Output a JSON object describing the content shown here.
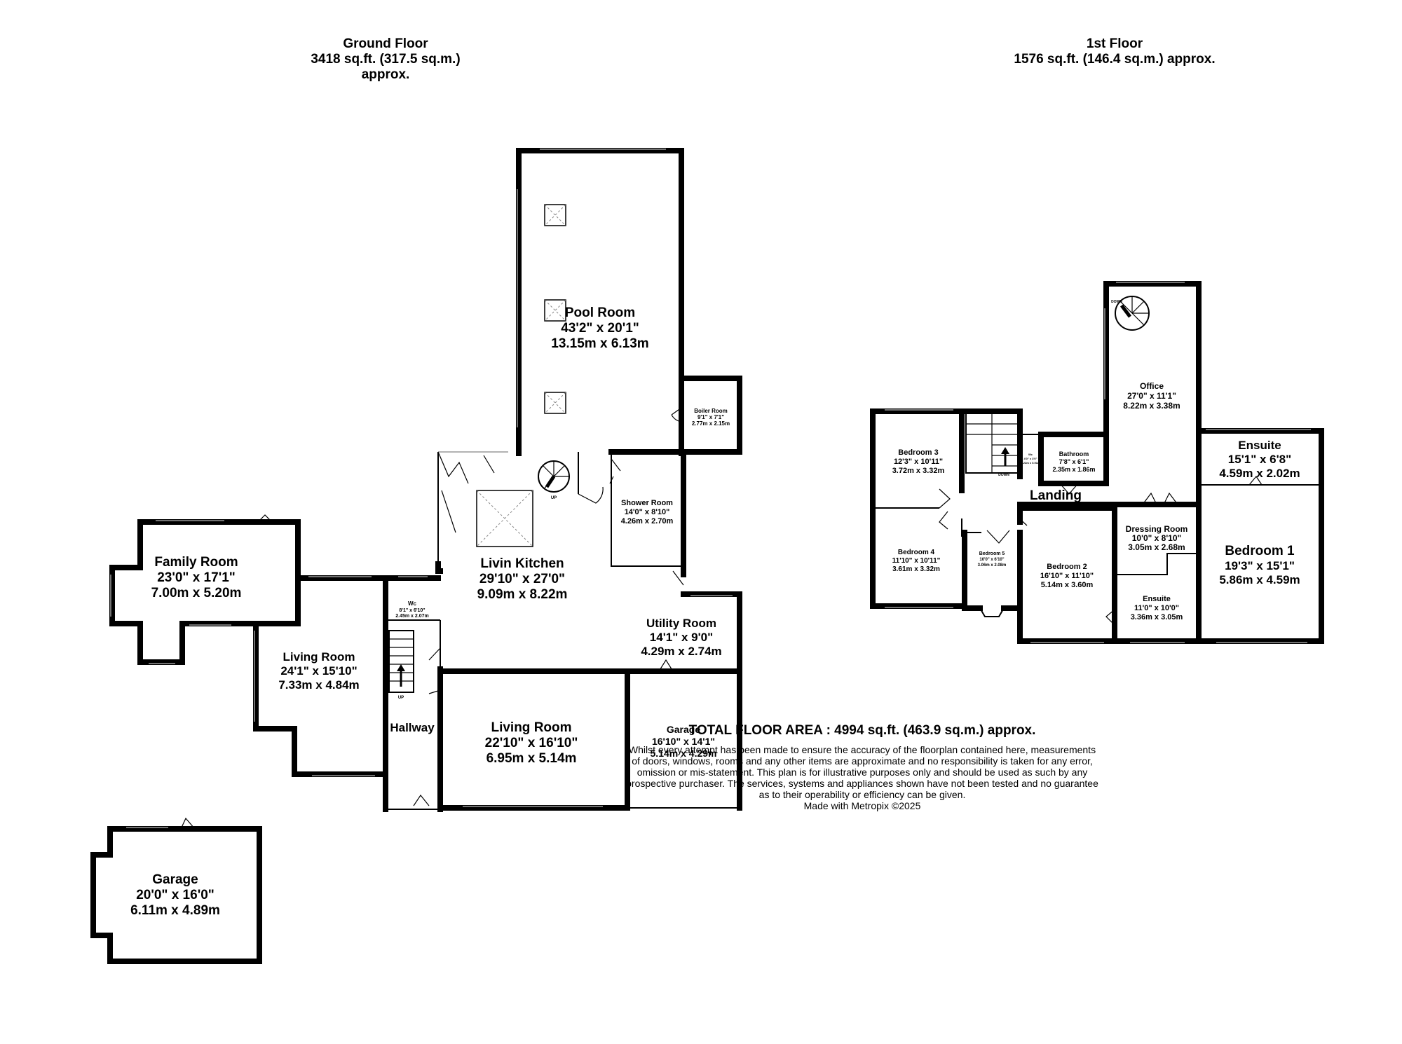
{
  "floors": [
    {
      "name": "Ground Floor",
      "area": "3418 sq.ft. (317.5 sq.m.) approx."
    },
    {
      "name": "1st Floor",
      "area": "1576 sq.ft. (146.4 sq.m.) approx."
    }
  ],
  "ground_rooms": {
    "pool_room": {
      "name": "Pool Room",
      "imperial": "43'2\"  x 20'1\"",
      "metric": "13.15m  x 6.13m"
    },
    "boiler_room": {
      "name": "Boiler Room",
      "imperial": "9'1\"  x 7'1\"",
      "metric": "2.77m  x 2.15m"
    },
    "shower_room": {
      "name": "Shower Room",
      "imperial": "14'0\"  x 8'10\"",
      "metric": "4.26m  x 2.70m"
    },
    "kitchen": {
      "name": "Livin Kitchen",
      "imperial": "29'10\"  x 27'0\"",
      "metric": "9.09m  x 8.22m"
    },
    "family_room": {
      "name": "Family Room",
      "imperial": "23'0\"  x 17'1\"",
      "metric": "7.00m  x 5.20m"
    },
    "living_room_1": {
      "name": "Living Room",
      "imperial": "24'1\"  x 15'10\"",
      "metric": "7.33m  x 4.84m"
    },
    "wc": {
      "name": "Wc",
      "imperial": "8'1\"  x 6'10\"",
      "metric": "2.45m  x 2.07m"
    },
    "hallway": {
      "name": "Hallway"
    },
    "living_room_2": {
      "name": "Living Room",
      "imperial": "22'10\"  x 16'10\"",
      "metric": "6.95m  x 5.14m"
    },
    "utility_room": {
      "name": "Utility Room",
      "imperial": "14'1\"  x 9'0\"",
      "metric": "4.29m  x 2.74m"
    },
    "garage_1": {
      "name": "Garage",
      "imperial": "16'10\"  x 14'1\"",
      "metric": "5.14m  x 4.29m"
    },
    "garage_2": {
      "name": "Garage",
      "imperial": "20'0\"  x 16'0\"",
      "metric": "6.11m  x 4.89m"
    }
  },
  "first_rooms": {
    "office": {
      "name": "Office",
      "imperial": "27'0\"  x 11'1\"",
      "metric": "8.22m  x 3.38m"
    },
    "bedroom_3": {
      "name": "Bedroom 3",
      "imperial": "12'3\"  x 10'11\"",
      "metric": "3.72m  x 3.32m"
    },
    "bathroom": {
      "name": "Bathroom",
      "imperial": "7'8\"  x 6'1\"",
      "metric": "2.35m  x 1.86m"
    },
    "ensuite_1": {
      "name": "Ensuite",
      "imperial": "15'1\"  x 6'8\"",
      "metric": "4.59m  x 2.02m"
    },
    "landing": {
      "name": "Landing"
    },
    "dressing_room": {
      "name": "Dressing Room",
      "imperial": "10'0\"  x 8'10\"",
      "metric": "3.05m  x 2.68m"
    },
    "bedroom_1": {
      "name": "Bedroom 1",
      "imperial": "19'3\"  x 15'1\"",
      "metric": "5.86m  x 4.59m"
    },
    "bedroom_4": {
      "name": "Bedroom 4",
      "imperial": "11'10\"  x 10'11\"",
      "metric": "3.61m  x 3.32m"
    },
    "bedroom_5": {
      "name": "Bedroom 5",
      "imperial": "10'0\"  x 6'10\"",
      "metric": "3.06m  x 2.08m"
    },
    "bedroom_2": {
      "name": "Bedroom 2",
      "imperial": "16'10\"  x 11'10\"",
      "metric": "5.14m  x 3.60m"
    },
    "ensuite_2": {
      "name": "Ensuite",
      "imperial": "11'0\"  x 10'0\"",
      "metric": "3.36m  x 3.05m"
    },
    "wc": {
      "name": "Wc",
      "imperial": "4'0\"  x 3'0\"",
      "metric": "1.22m  x 0.91m"
    }
  },
  "stair_labels": {
    "up": "UP",
    "down": "DOWN"
  },
  "total": "TOTAL FLOOR AREA : 4994 sq.ft. (463.9 sq.m.) approx.",
  "disclaimer": [
    "Whilst every attempt has been made to ensure the accuracy of the floorplan contained here, measurements",
    "of doors, windows, rooms and any other items are approximate and no responsibility is taken for any error,",
    "omission or mis-statement. This plan is for illustrative purposes only and should be used as such by any",
    "prospective purchaser. The services, systems and appliances shown have not been tested and no guarantee",
    "as to their operability or efficiency can be given.",
    "Made with Metropix ©2025"
  ]
}
